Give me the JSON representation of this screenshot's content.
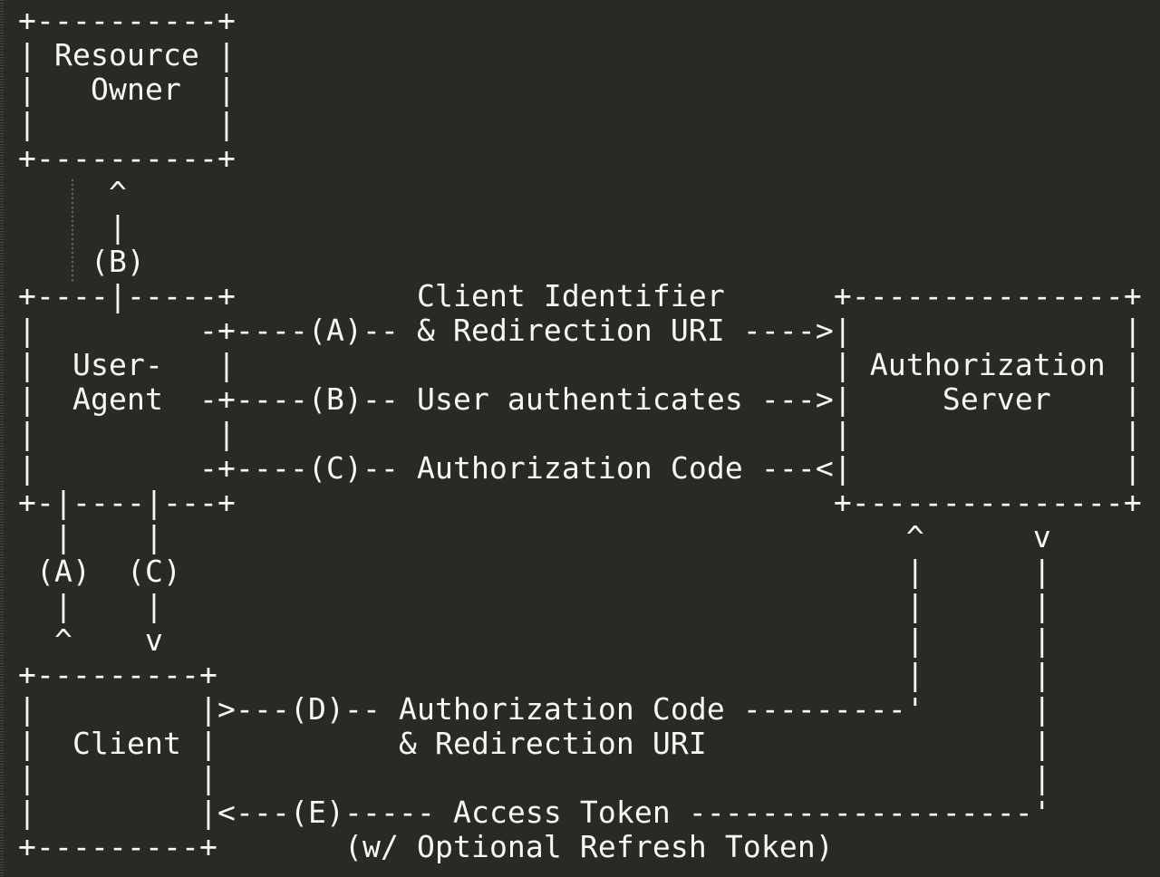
{
  "colors": {
    "background": "#2a2a25",
    "text": "#f8f8f2"
  },
  "diagram": {
    "text": "+----------+\n| Resource |\n|   Owner  |\n|          |\n+----------+\n     ^\n     |\n    (B)\n+----|-----+          Client Identifier      +---------------+\n|         -+----(A)-- & Redirection URI ---->|               |\n|  User-   |                                 | Authorization |\n|  Agent  -+----(B)-- User authenticates --->|     Server    |\n|          |                                 |               |\n|         -+----(C)-- Authorization Code ---<|               |\n+-|----|---+                                 +---------------+\n  |    |                                         ^      v\n (A)  (C)                                        |      |\n  |    |                                         |      |\n  ^    v                                         |      |\n+---------+                                      |      |\n|         |>---(D)-- Authorization Code ---------'      |\n|  Client |          & Redirection URI                  |\n|         |                                             |\n|         |<---(E)----- Access Token -------------------'\n+---------+       (w/ Optional Refresh Token)",
    "nodes": [
      {
        "label": "Resource Owner"
      },
      {
        "label": "User-Agent"
      },
      {
        "label": "Authorization Server"
      },
      {
        "label": "Client"
      }
    ],
    "steps": [
      {
        "letter": "(A)",
        "label": "Client Identifier & Redirection URI",
        "route": "User-Agent -> Authorization Server"
      },
      {
        "letter": "(B)",
        "label": "User authenticates",
        "route": "Resource Owner <-> User-Agent -> Authorization Server"
      },
      {
        "letter": "(C)",
        "label": "Authorization Code",
        "route": "Authorization Server -> User-Agent"
      },
      {
        "letter": "(D)",
        "label": "Authorization Code & Redirection URI",
        "route": "Client -> Authorization Server"
      },
      {
        "letter": "(E)",
        "label": "Access Token (w/ Optional Refresh Token)",
        "route": "Authorization Server -> Client"
      }
    ]
  }
}
